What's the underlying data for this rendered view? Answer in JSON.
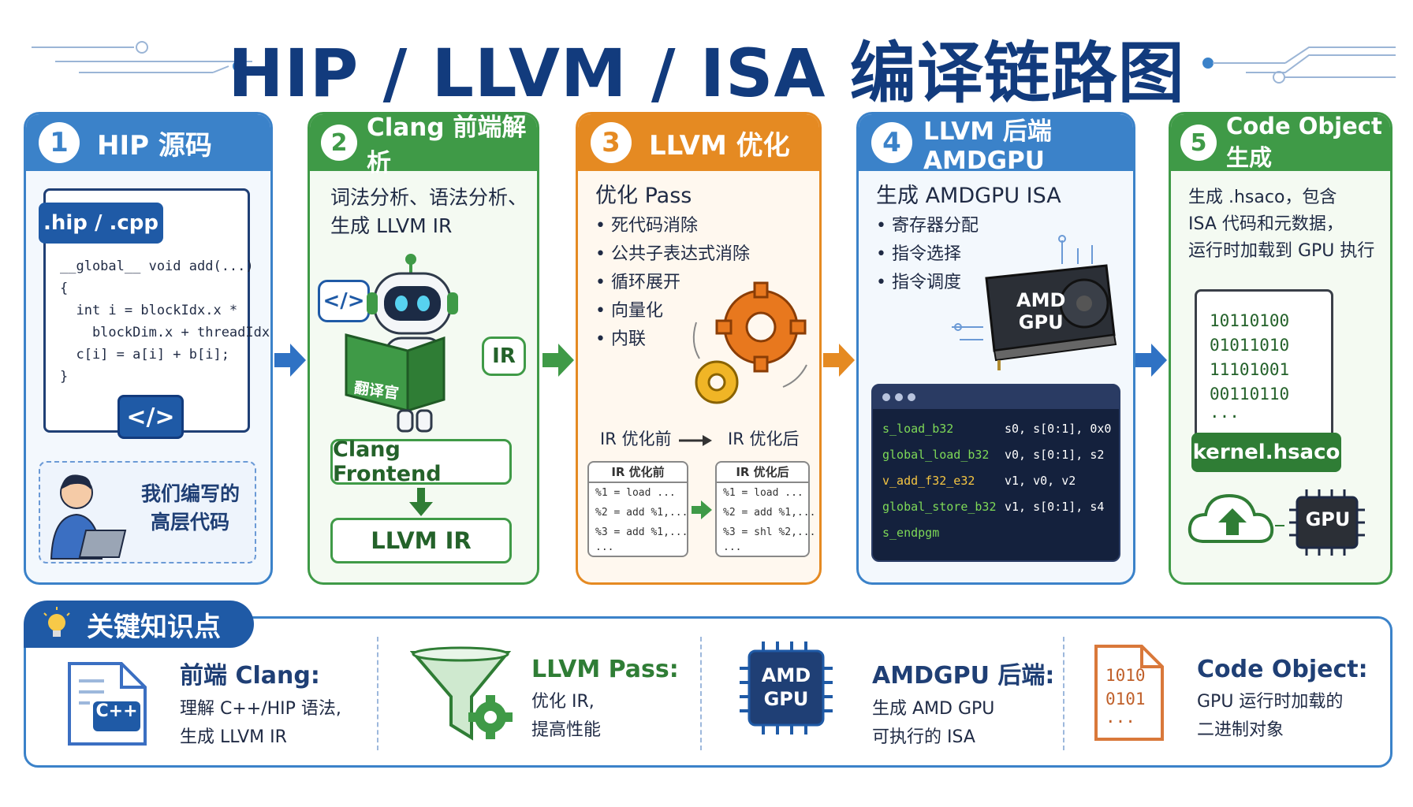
{
  "title": "HIP / LLVM / ISA 编译链路图",
  "stages": [
    {
      "number": "1",
      "title": "HIP 源码",
      "file_tag": ".hip / .cpp",
      "code_lines": [
        "__global__ void add(...)",
        "{",
        "  int i = blockIdx.x *",
        "    blockDim.x + threadIdx.x;",
        "  c[i] = a[i] + b[i];",
        "}"
      ],
      "code_icon": "</>",
      "caption_line1": "我们编写的",
      "caption_line2": "高层代码"
    },
    {
      "number": "2",
      "title": "Clang 前端解析",
      "desc_line1": "词法分析、语法分析、",
      "desc_line2": "生成 LLVM IR",
      "code_bubble": "</>",
      "ir_bubble": "IR",
      "book_label": "翻译官",
      "frontend_box": "Clang Frontend",
      "ir_box": "LLVM IR"
    },
    {
      "number": "3",
      "title": "LLVM 优化",
      "heading": "优化 Pass",
      "bullets": [
        "死代码消除",
        "公共子表达式消除",
        "循环展开",
        "向量化",
        "内联"
      ],
      "before_label": "IR 优化前",
      "after_label": "IR 优化后",
      "before_box_title": "IR 优化前",
      "after_box_title": "IR 优化后",
      "before_code": [
        "%1 = load ...",
        "%2 = add %1,...",
        "%3 = add %1,...",
        "..."
      ],
      "after_code": [
        "%1 = load ...",
        "%2 = add %1,...",
        "%3 = shl %2,...",
        "..."
      ]
    },
    {
      "number": "4",
      "title": "LLVM 后端 AMDGPU",
      "heading": "生成 AMDGPU ISA",
      "bullets": [
        "寄存器分配",
        "指令选择",
        "指令调度"
      ],
      "gpu_label_line1": "AMD",
      "gpu_label_line2": "GPU",
      "isa": [
        {
          "op": "s_load_b32",
          "args": "s0, s[0:1], 0x0",
          "color": "#7ed957"
        },
        {
          "op": "global_load_b32",
          "args": "v0, s[0:1], s2",
          "color": "#7ed957"
        },
        {
          "op": "v_add_f32_e32",
          "args": "v1, v0, v2",
          "color": "#f5c542"
        },
        {
          "op": "global_store_b32",
          "args": "v1, s[0:1], s4",
          "color": "#7ed957"
        },
        {
          "op": "s_endpgm",
          "args": "",
          "color": "#7ed957"
        }
      ]
    },
    {
      "number": "5",
      "title": "Code Object 生成",
      "desc_line1": "生成 .hsaco，包含",
      "desc_line2": "ISA 代码和元数据，",
      "desc_line3": "运行时加载到 GPU 执行",
      "binary": [
        "10110100",
        "01011010",
        "11101001",
        "00110110",
        "..."
      ],
      "file_tag": "kernel.hsaco",
      "chip_label": "GPU"
    }
  ],
  "knowledge": {
    "tab_label": "关键知识点",
    "items": [
      {
        "title": "前端 Clang:",
        "desc_line1": "理解 C++/HIP 语法,",
        "desc_line2": "生成 LLVM IR",
        "icon_text": "C++"
      },
      {
        "title": "LLVM Pass:",
        "desc_line1": "优化 IR,",
        "desc_line2": "提高性能"
      },
      {
        "title": "AMDGPU 后端:",
        "desc_line1": "生成 AMD GPU",
        "desc_line2": "可执行的 ISA",
        "icon_line1": "AMD",
        "icon_line2": "GPU"
      },
      {
        "title": "Code Object:",
        "desc_line1": "GPU 运行时加载的",
        "desc_line2": "二进制对象",
        "icon_lines": [
          "1010",
          "0101",
          "..."
        ]
      }
    ]
  },
  "colors": {
    "blue": "#3b82c9",
    "green": "#3f9a47",
    "orange": "#e58a22",
    "navy": "#123b7d"
  }
}
